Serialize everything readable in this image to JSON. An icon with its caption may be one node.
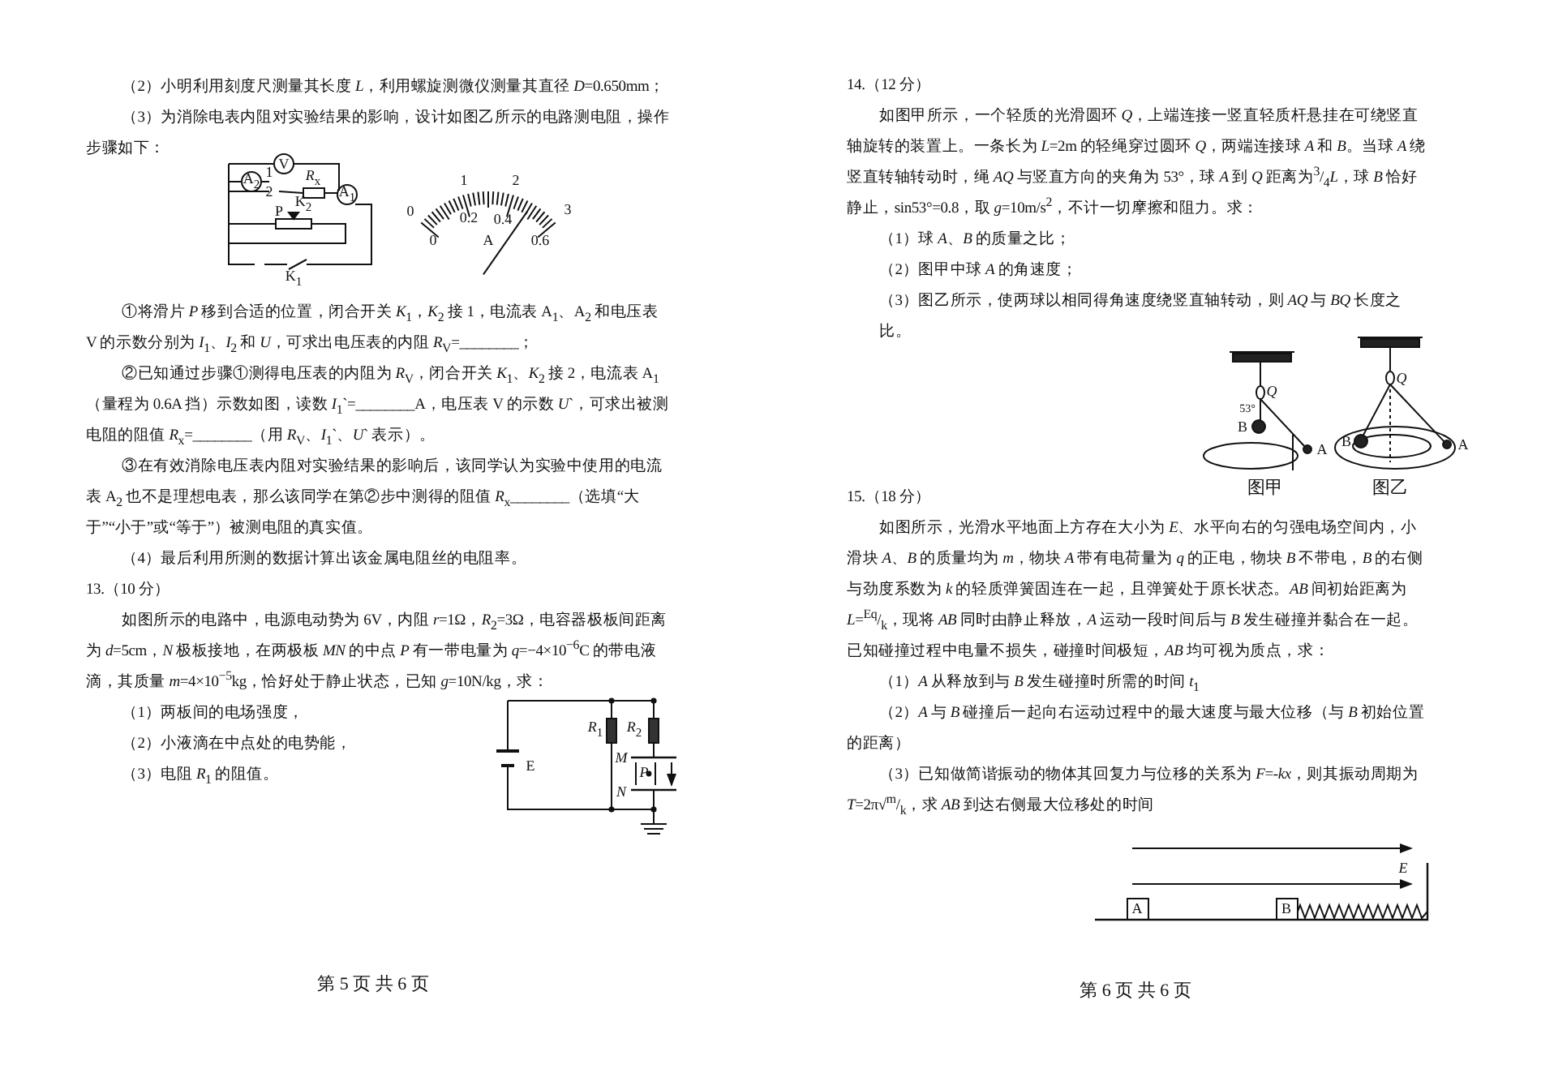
{
  "diagram": {
    "labels": [
      "（2）小明利用刻度尺测量其长度 *L*，利用螺旋测微仪测量其直径 *D*=0.650mm；",
      "（3）为消除电表内阻对实验结果的影响，设计如图乙所示的电路测电阻，操作步骤如下：",
      "V",
      "A$_{2}$",
      "1",
      "2",
      "*R*$_{x}$",
      "A$_{1}$",
      "K$_{2}$",
      "P",
      "K$_{1}$",
      "1",
      "2",
      "0",
      "3",
      "0.2",
      "0.4",
      "0",
      "A",
      "0.6",
      "①将滑片 *P* 移到合适的位置，闭合开关 *K*$_{1}$，*K*$_{2}$ 接 1，电流表 A$_{1}$、A$_{2}$ 和电压表 V 的示数分别为 *I*$_{1}$、*I*$_{2}$ 和 *U*，可求出电压表的内阻 *R*$_{V}$=________；",
      "②已知通过步骤①测得电压表的内阻为 *R*$_{V}$，闭合开关 *K*$_{1}$、*K*$_{2}$ 接 2，电流表 A$_{1}$（量程为 0.6A 挡）示数如图，读数 *I*$_{1}$`=________A，电压表 V 的示数 *U*`，可求出被测电阻的阻值 *R*$_{x}$=________（用 *R*$_{V}$、*I*$_{1}$`、*U*` 表示）。",
      "③在有效消除电压表内阻对实验结果的影响后，该同学认为实验中使用的电流表 A$_{2}$ 也不是理想电表，那么该同学在第②步中测得的阻值 *R*$_{x}$________（选填“大于”“小于”或“等于”）被测电阻的真实值。",
      "（4）最后利用所测的数据计算出该金属电阻丝的电阻率。",
      "13.（10 分）",
      "如图所示的电路中，电源电动势为 6V，内阻 *r*=1Ω，*R*$_{2}$=3Ω，电容器极板间距离为 *d*=5cm，*N* 极板接地，在两极板 *MN* 的中点 *P* 有一带电量为 *q*=−4×10$^{−6}$C 的带电液滴，其质量 *m*=4×10$^{−5}$kg，恰好处于静止状态，已知 *g*=10N/kg，求：",
      "（1）两板间的电场强度，",
      "（2）小液滴在中点处的电势能，",
      "（3）电阻 *R*$_{1}$ 的阻值。",
      "*R*$_{1}$",
      "*R*$_{2}$",
      "*M*",
      "*P*",
      "*N*",
      "E",
      "第 5 页 共 6 页",
      "14.（12 分）",
      "如图甲所示，一个轻质的光滑圆环 *Q*，上端连接一竖直轻质杆悬挂在可绕竖直轴旋转的装置上。一条长为 *L*=2m 的轻绳穿过圆环 *Q*，两端连接球 *A* 和 *B*。当球 *A* 绕竖直转轴转动时，绳 *AQ* 与竖直方向的夹角为 53°，球 *A* 到 *Q* 距离为$^{3}$/$_{4}$*L*，球 *B* 恰好静止，sin53°=0.8，取 *g*=10m/s$^{2}$，不计一切摩擦和阻力。求：",
      "（1）球 *A*、*B* 的质量之比；",
      "（2）图甲中球 *A* 的角速度；",
      "（3）图乙所示，使两球以相同得角速度绕竖直轴转动，则 *AQ* 与 *BQ* 长度之比。",
      "*Q*",
      "53°",
      "B",
      "A",
      "图甲",
      "*Q*",
      "B",
      "A",
      "图乙",
      "15.（18 分）",
      "如图所示，光滑水平地面上方存在大小为 *E*、水平向右的匀强电场空间内，小滑块 *A*、*B* 的质量均为 *m*，物块 *A* 带有电荷量为 *q* 的正电，物块 *B* 不带电，*B* 的右侧与劲度系数为 *k* 的轻质弹簧固连在一起，且弹簧处于原长状态。*AB* 间初始距离为 *L*=$^{Eq}$/$_{k}$，现将 *AB* 同时由静止释放，*A* 运动一段时间后与 *B* 发生碰撞并黏合在一起。已知碰撞过程中电量不损失，碰撞时间极短，*AB* 均可视为质点，求：",
      "（1）*A* 从释放到与 *B* 发生碰撞时所需的时间 *t*$_{1}$",
      "（2）*A* 与 *B* 碰撞后一起向右运动过程中的最大速度与最大位移（与 *B* 初始位置的距离）",
      "（3）已知做简谐振动的物体其回复力与位移的关系为 *F*=-*kx*，则其振动周期为 *T*=2π√$^{m}$/$_{k}$，求 *AB* 到达右侧最大位移处的时间",
      "*E*",
      "A",
      "B",
      "第 6 页 共 6 页"
    ]
  }
}
